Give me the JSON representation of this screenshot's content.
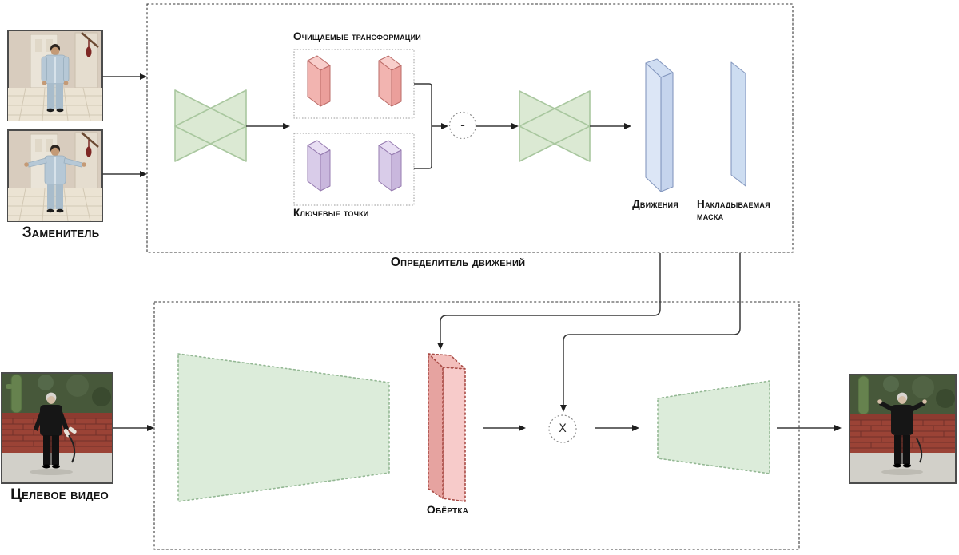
{
  "labels": {
    "substitute": "Заменитель",
    "target_video": "Целевое видео",
    "motion_detector": "Определитель движений",
    "refined_transformations": "Очищаемые трансформации",
    "keypoints": "Ключевые точки",
    "motions": "Движения",
    "overlay_mask": "Накладываемая маска",
    "warp": "Обёртка"
  },
  "operators": {
    "subtract": "-",
    "multiply": "X"
  },
  "colors": {
    "hourglass_green_fill": "#dbe9d3",
    "hourglass_green_stroke": "#a9c79f",
    "trapezoid_green_fill": "#dcecda",
    "trapezoid_green_dots": "#94b894",
    "block_red_front": "#f2b4b0",
    "block_red_stroke": "#bb6b67",
    "block_purple_front": "#d9cce9",
    "block_purple_stroke": "#967bb0",
    "block_blue_front": "#dce6f6",
    "block_blue_stroke": "#8598bf",
    "warp_pink_fill": "#f7cbca",
    "warp_pink_dots": "#a84a44",
    "dashed_box_stroke": "#3a3a3a",
    "arrow_color": "#383838"
  }
}
